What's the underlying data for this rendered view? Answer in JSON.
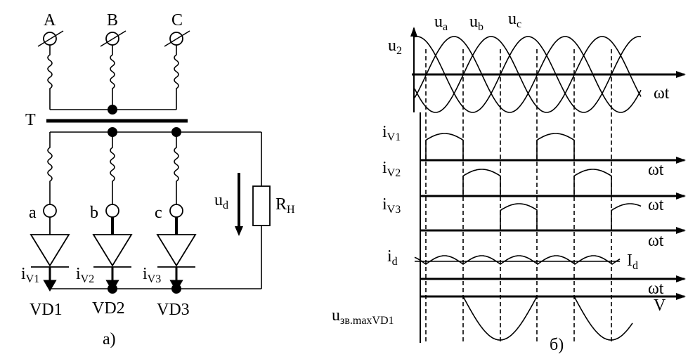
{
  "panel_a": {
    "caption": "а)",
    "phases": [
      {
        "label": "A"
      },
      {
        "label": "B"
      },
      {
        "label": "C"
      }
    ],
    "transformer_label": "T",
    "secondary_nodes": [
      {
        "label": "a"
      },
      {
        "label": "b"
      },
      {
        "label": "c"
      }
    ],
    "diodes": [
      {
        "label": "VD1",
        "current": {
          "main": "i",
          "sub": "V1"
        }
      },
      {
        "label": "VD2",
        "current": {
          "main": "i",
          "sub": "V2"
        }
      },
      {
        "label": "VD3",
        "current": {
          "main": "i",
          "sub": "V3"
        }
      }
    ],
    "load": {
      "main": "R",
      "sub": "Н"
    },
    "voltage": {
      "main": "u",
      "sub": "d"
    }
  },
  "panel_b": {
    "caption": "б)",
    "u2_label": {
      "main": "u",
      "sub": "2"
    },
    "phase_labels": [
      {
        "main": "u",
        "sub": "a"
      },
      {
        "main": "u",
        "sub": "b"
      },
      {
        "main": "u",
        "sub": "c"
      }
    ],
    "rows": [
      {
        "main": "i",
        "sub": "V1"
      },
      {
        "main": "i",
        "sub": "V2"
      },
      {
        "main": "i",
        "sub": "V3"
      },
      {
        "main": "i",
        "sub": "d"
      },
      {
        "main": "u",
        "sub": "зв.maxVD1"
      }
    ],
    "axis_label": "ωt",
    "Id_label": {
      "main": "I",
      "sub": "d"
    },
    "V_label": "V"
  }
}
